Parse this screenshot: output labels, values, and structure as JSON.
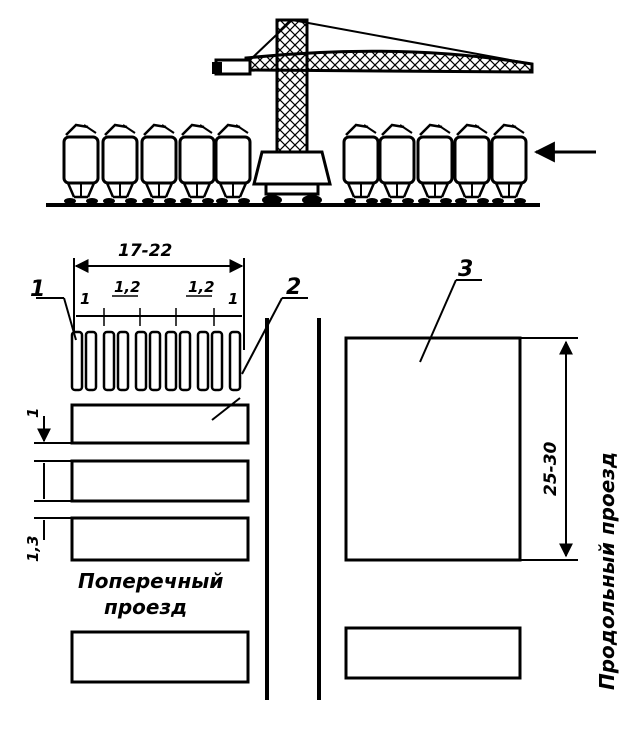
{
  "colors": {
    "ink": "#000000",
    "paper": "#ffffff"
  },
  "labels": {
    "item_1": "1",
    "item_2": "2",
    "item_3": "3",
    "dim_overall_width": "17-22",
    "dim_gap_left": "1",
    "dim_pitch_left": "1,2",
    "dim_pitch_right": "1,2",
    "dim_gap_right": "1",
    "dim_row_gap_1": "1",
    "dim_row_gap_2": "1,3",
    "dim_zone_length": "25-30",
    "road_transverse_line1": "Поперечный",
    "road_transverse_line2": "проезд",
    "road_longitudinal": "Продольный проезд"
  },
  "icons": {
    "crane": "tower-crane-icon",
    "railcar": "railcar-icon",
    "arrow": "arrow-left-icon"
  }
}
